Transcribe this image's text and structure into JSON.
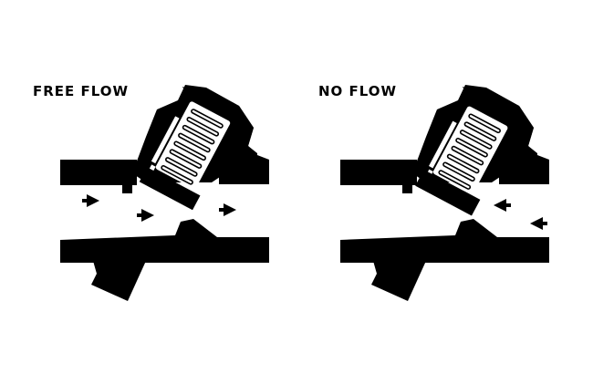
{
  "diagrams": [
    {
      "title": "FREE FLOW",
      "state": "open",
      "flow_direction": "right"
    },
    {
      "title": "NO FLOW",
      "state": "closed",
      "flow_direction": "left"
    }
  ],
  "colors": {
    "ink": "#000000",
    "background": "#ffffff"
  }
}
